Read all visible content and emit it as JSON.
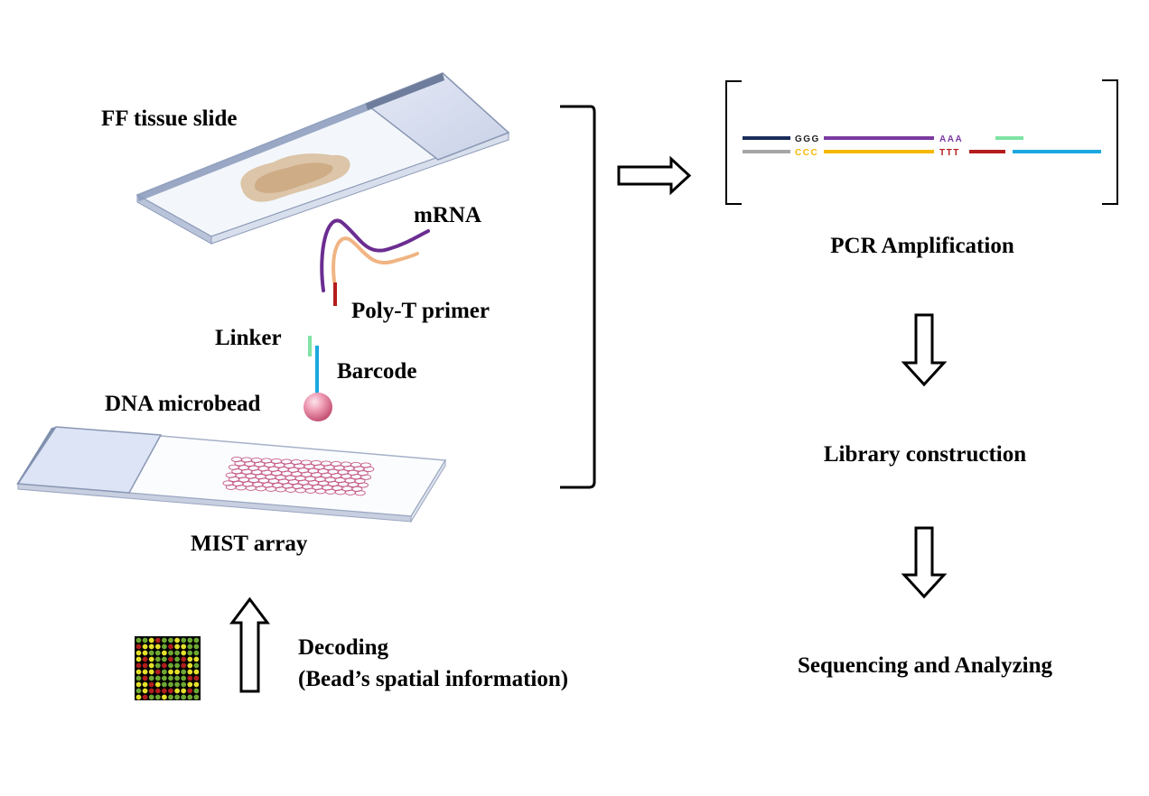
{
  "labels": {
    "ff_tissue_slide": "FF tissue slide",
    "mrna": "mRNA",
    "poly_t_primer": "Poly-T primer",
    "linker": "Linker",
    "barcode": "Barcode",
    "dna_microbead": "DNA microbead",
    "mist_array": "MIST array",
    "decoding_line1": "Decoding",
    "decoding_line2": "(Bead’s spatial information)",
    "pcr_amplification": "PCR Amplification",
    "library_construction": "Library construction",
    "sequencing_and_analyzing": "Sequencing and Analyzing"
  },
  "pcr_sequences": {
    "top_left": "GGG",
    "top_right": "AAA",
    "bottom_left": "CCC",
    "bottom_right": "TTT"
  },
  "colors": {
    "mrna": "#6b2d91",
    "cdna": "#f0b483",
    "poly_t": "#b51c1c",
    "linker": "#7ee3a3",
    "barcode": "#1ba8e0",
    "bead": "#e8809a",
    "array_spots": "#c65a86",
    "strand_navy": "#1a2c5a",
    "strand_gray": "#a6a6a6",
    "strand_yellow": "#f5b800",
    "slide_edge": "#7f8fae",
    "decode_red": "#b01e1e",
    "decode_yellow": "#e4e02a",
    "decode_green": "#6ea832"
  }
}
